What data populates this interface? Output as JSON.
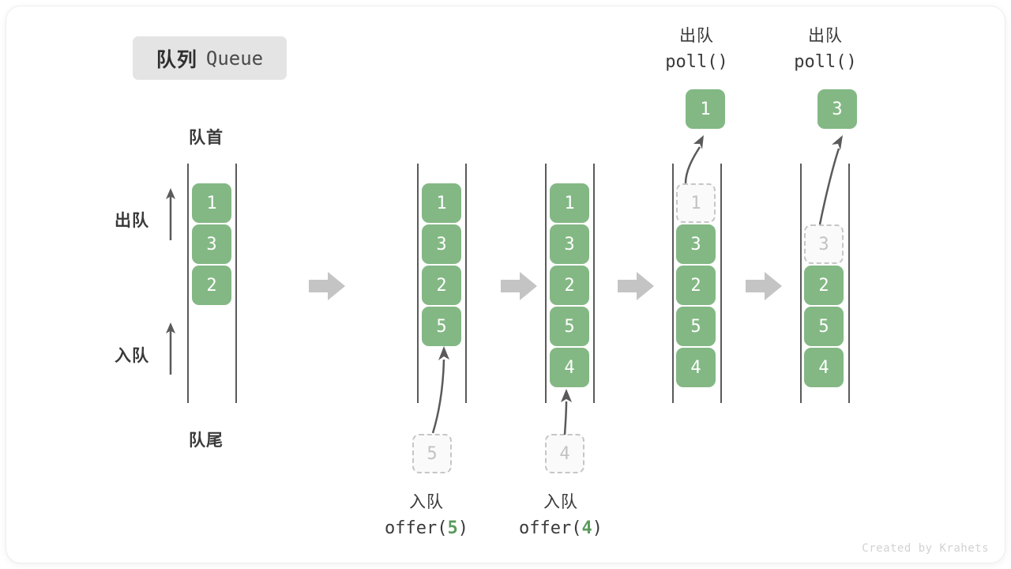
{
  "title": {
    "cn": "队列",
    "en": "Queue"
  },
  "labels": {
    "front": "队首",
    "rear": "队尾",
    "dequeue_side": "出队",
    "enqueue_side": "入队"
  },
  "colors": {
    "cell_green": "#83b884",
    "ghost_border": "#c6c6c6",
    "ghost_text": "#c2c2c2",
    "rail": "#5a5a5a",
    "text": "#3a3a3a",
    "badge_bg": "#e4e4e4",
    "step_arrow": "#c4c4c4",
    "accent_number": "#5b9b5e"
  },
  "operations": {
    "enqueue_5": {
      "cn": "入队",
      "code_pre": "offer(",
      "code_num": "5",
      "code_post": ")"
    },
    "enqueue_4": {
      "cn": "入队",
      "code_pre": "offer(",
      "code_num": "4",
      "code_post": ")"
    },
    "poll_1": {
      "cn": "出队",
      "code": "poll()"
    },
    "poll_2": {
      "cn": "出队",
      "code": "poll()"
    }
  },
  "stages": [
    {
      "name": "initial",
      "cells": [
        {
          "value": "1",
          "state": "filled"
        },
        {
          "value": "3",
          "state": "filled"
        },
        {
          "value": "2",
          "state": "filled"
        }
      ],
      "incoming": null,
      "outgoing": null
    },
    {
      "name": "after-offer-5",
      "cells": [
        {
          "value": "1",
          "state": "filled"
        },
        {
          "value": "3",
          "state": "filled"
        },
        {
          "value": "2",
          "state": "filled"
        },
        {
          "value": "5",
          "state": "filled"
        }
      ],
      "incoming": {
        "value": "5",
        "state": "ghost"
      },
      "outgoing": null
    },
    {
      "name": "after-offer-4",
      "cells": [
        {
          "value": "1",
          "state": "filled"
        },
        {
          "value": "3",
          "state": "filled"
        },
        {
          "value": "2",
          "state": "filled"
        },
        {
          "value": "5",
          "state": "filled"
        },
        {
          "value": "4",
          "state": "filled"
        }
      ],
      "incoming": {
        "value": "4",
        "state": "ghost"
      },
      "outgoing": null
    },
    {
      "name": "after-poll-1",
      "cells": [
        {
          "value": "1",
          "state": "ghost"
        },
        {
          "value": "3",
          "state": "filled"
        },
        {
          "value": "2",
          "state": "filled"
        },
        {
          "value": "5",
          "state": "filled"
        },
        {
          "value": "4",
          "state": "filled"
        }
      ],
      "incoming": null,
      "outgoing": {
        "value": "1",
        "state": "filled"
      }
    },
    {
      "name": "after-poll-3",
      "cells": [
        {
          "value": "3",
          "state": "ghost"
        },
        {
          "value": "2",
          "state": "filled"
        },
        {
          "value": "5",
          "state": "filled"
        },
        {
          "value": "4",
          "state": "filled"
        }
      ],
      "incoming": null,
      "outgoing": {
        "value": "3",
        "state": "filled"
      }
    }
  ],
  "footer": "Created by Krahets"
}
